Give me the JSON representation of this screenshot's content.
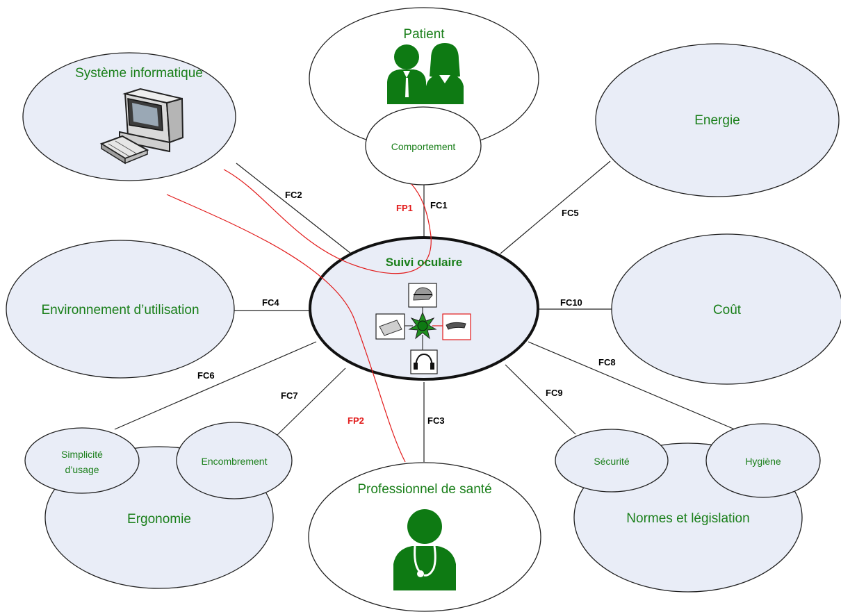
{
  "center": {
    "title": "Suivi oculaire"
  },
  "nodes": {
    "patient": "Patient",
    "comportement": "Comportement",
    "systeme": "Système informatique",
    "energie": "Energie",
    "environnement": "Environnement d’utilisation",
    "cout": "Coût",
    "ergonomie": "Ergonomie",
    "simplicite_line1": "Simplicité",
    "simplicite_line2": "d’usage",
    "encombrement": "Encombrement",
    "professionnel": "Professionnel de santé",
    "normes": "Normes et législation",
    "securite": "Sécurité",
    "hygiene": "Hygiène"
  },
  "functions": {
    "fc1": "FC1",
    "fc2": "FC2",
    "fc3": "FC3",
    "fc4": "FC4",
    "fc5": "FC5",
    "fc6": "FC6",
    "fc7": "FC7",
    "fc8": "FC8",
    "fc9": "FC9",
    "fc10": "FC10",
    "fp1": "FP1",
    "fp2": "FP2"
  },
  "colors": {
    "label_green": "#1a7f1a",
    "fp_red": "#e21b1b",
    "bubble_fill": "#e9edf7",
    "icon_green": "#0e7a13"
  }
}
